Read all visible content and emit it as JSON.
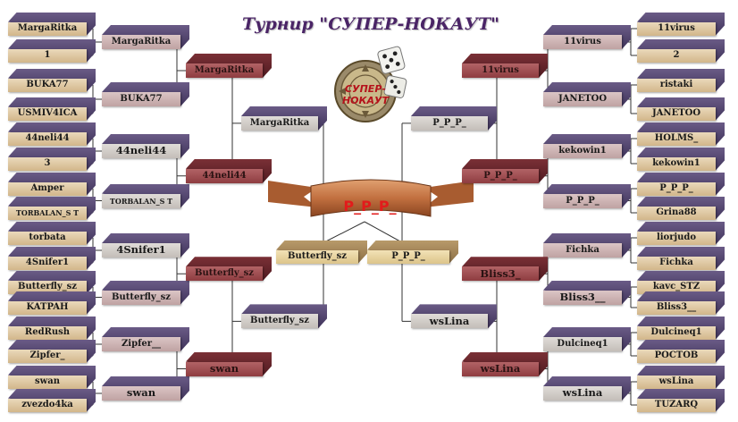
{
  "title": "Турнир \"СУПЕР-НОКАУТ\"",
  "logo": {
    "text": "СУПЕР-НОКАУТ"
  },
  "winner": "P_P_P_",
  "left": {
    "r1": [
      "MargaRitka",
      "1",
      "BUKA77",
      "USMIV4ICA",
      "44neli44",
      "3",
      "Amper",
      "TORBALAN_S T",
      "torbata",
      "4Snifer1",
      "Butterfly_sz",
      "KATPAH",
      "RedRush",
      "Zipfer_",
      "swan",
      "zvezdo4ka"
    ],
    "r2": [
      "MargaRitka",
      "BUKA77",
      "44neli44",
      "TORBALAN_S T",
      "4Snifer1",
      "Butterfly_sz",
      "Zipfer__",
      "swan"
    ],
    "r3": [
      "MargaRitka",
      "44neli44",
      "Butterfly_sz",
      "swan"
    ],
    "r4": [
      "MargaRitka",
      "Butterfly_sz"
    ]
  },
  "right": {
    "r1": [
      "11virus",
      "2",
      "ristaki",
      "JANETOO",
      "HOLMS_",
      "kekowin1",
      "P_P_P_",
      "Grina88",
      "liorjudo",
      "Fichka",
      "kavc_STZ",
      "Bliss3__",
      "Dulcineq1",
      "POCTOB",
      "wsLina",
      "TUZARQ"
    ],
    "r2": [
      "11virus",
      "JANETOO",
      "kekowin1",
      "P_P_P_",
      "Fichka",
      "Bliss3__",
      "Dulcineq1",
      "wsLina"
    ],
    "r3": [
      "11virus",
      "P_P_P_",
      "Bliss3_",
      "wsLina"
    ],
    "r4": [
      "P_P_P_",
      "wsLina"
    ]
  },
  "final": [
    "Butterfly_sz",
    "P_P_P_"
  ]
}
